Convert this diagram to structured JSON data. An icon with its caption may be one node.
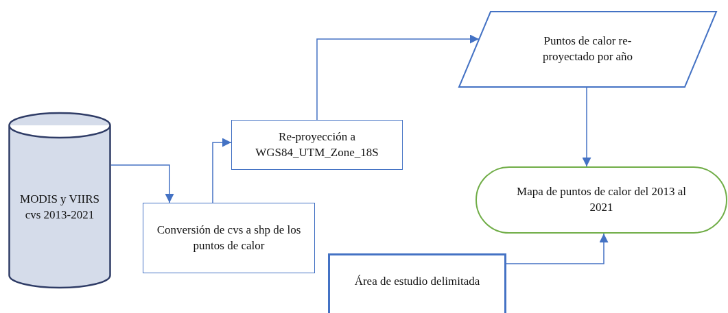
{
  "diagram": {
    "nodes": [
      {
        "text": [
          "MODIS y VIIRS cvs 2013-2021"
        ]
      },
      {
        "text": [
          "Conversión de cvs a shp de los puntos de calor"
        ]
      },
      {
        "text": [
          "Re-proyección a WGS84_UTM_Zone_18S"
        ]
      },
      {
        "text": [
          "Puntos de calor re- proyectado por año"
        ]
      },
      {
        "text": [
          "Mapa de puntos de calor del 2013 al 2021"
        ]
      },
      {
        "text": [
          "Área de estudio delimitada"
        ]
      }
    ],
    "edges": [
      {
        "from": 0,
        "to": 1,
        "arrow": "to"
      },
      {
        "from": 1,
        "to": 2,
        "arrow": "to"
      },
      {
        "from": 2,
        "to": 3,
        "arrow": "to"
      },
      {
        "from": 3,
        "to": 4,
        "arrow": "to"
      },
      {
        "from": 5,
        "to": 4,
        "arrow": "to"
      }
    ]
  }
}
